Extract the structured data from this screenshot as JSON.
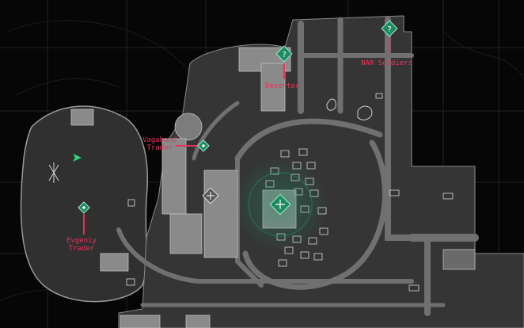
{
  "map": {
    "title": "",
    "colors": {
      "background": "#060606",
      "terrain": "#3a3a3a",
      "road": "#6e6e6e",
      "building": "#8a8a8a",
      "marker_teal": "#1f8a62",
      "label_red": "#e8325a",
      "player_green": "#2bd97a"
    }
  },
  "markers": [
    {
      "id": "deserter",
      "label": "Deserter",
      "icon": "question-diamond-icon"
    },
    {
      "id": "nar-soldiers",
      "label": "NAR Soldiers",
      "icon": "question-diamond-icon"
    },
    {
      "id": "vagabond-trader",
      "label": "Vagabond\nTrader",
      "icon": "trader-diamond-icon"
    },
    {
      "id": "evgeniy-trader",
      "label": "Evgeniy\nTrader",
      "icon": "trader-diamond-icon"
    }
  ],
  "icons": {
    "player": "player-arrow-icon",
    "center_objective": "crosshair-diamond-icon",
    "secondary_objective": "crosshair-diamond-icon"
  }
}
